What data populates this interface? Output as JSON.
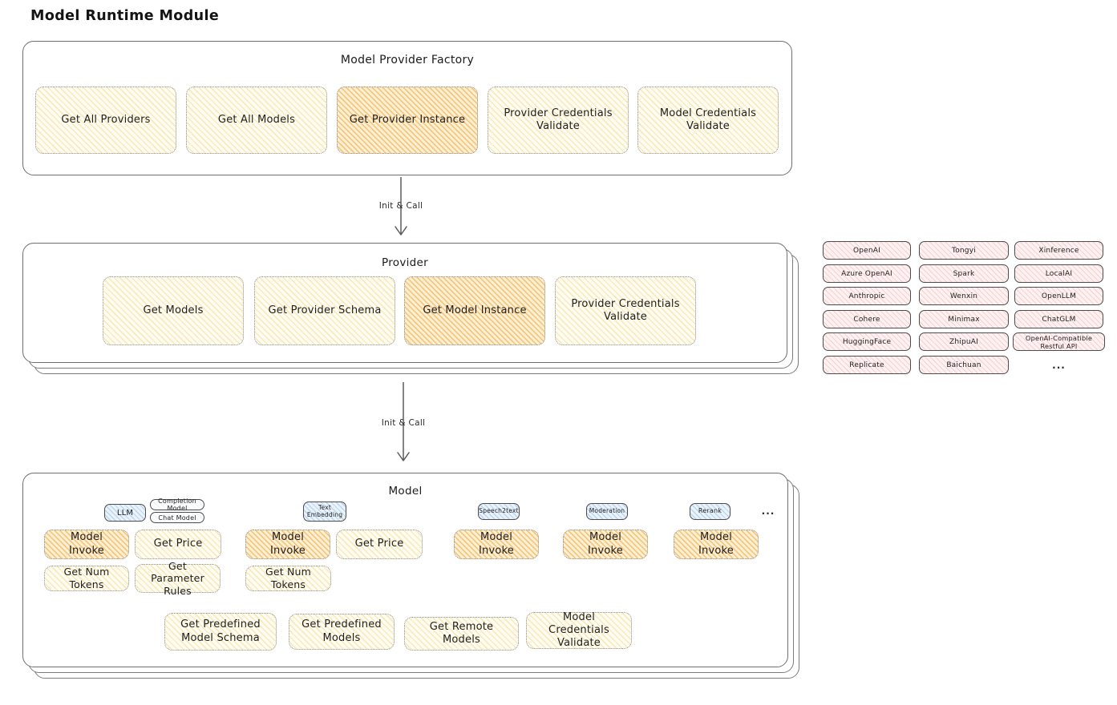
{
  "title": "Model Runtime Module",
  "factory": {
    "title": "Model Provider Factory",
    "items": [
      "Get All Providers",
      "Get All Models",
      "Get Provider Instance",
      "Provider Credentials Validate",
      "Model Credentials Validate"
    ]
  },
  "arrow1_label": "Init & Call",
  "arrow2_label": "Init & Call",
  "provider": {
    "title": "Provider",
    "items": [
      "Get Models",
      "Get Provider Schema",
      "Get Model Instance",
      "Provider Credentials Validate"
    ]
  },
  "providers": {
    "col1": [
      "OpenAI",
      "Azure OpenAI",
      "Anthropic",
      "Cohere",
      "HuggingFace",
      "Replicate"
    ],
    "col2": [
      "Tongyi",
      "Spark",
      "Wenxin",
      "Minimax",
      "ZhipuAI",
      "Baichuan"
    ],
    "col3": [
      "Xinference",
      "LocalAI",
      "OpenLLM",
      "ChatGLM",
      "OpenAI-Compatible Restful API"
    ],
    "more": "..."
  },
  "model": {
    "title": "Model",
    "tags": {
      "llm": "LLM",
      "completion": "Completion Model",
      "chat": "Chat Model",
      "text_embedding": "Text Embedding",
      "speech2text": "Speech2text",
      "moderation": "Moderation",
      "rerank": "Rerank",
      "more": "..."
    },
    "ops": {
      "model_invoke": "Model Invoke",
      "get_price": "Get Price",
      "get_num_tokens": "Get Num Tokens",
      "get_parameter_rules": "Get Parameter Rules",
      "get_predefined_model_schema": "Get Predefined Model Schema",
      "get_predefined_models": "Get Predefined Models",
      "get_remote_models": "Get Remote Models",
      "model_credentials_validate": "Model Credentials Validate"
    }
  },
  "colors": {
    "highlight_orange": "#f1b254",
    "soft_yellow": "#fffdf0",
    "provider_pink": "#fdf1f1",
    "type_blue": "#eaf3fb",
    "line_gray": "#5c5c5c"
  }
}
